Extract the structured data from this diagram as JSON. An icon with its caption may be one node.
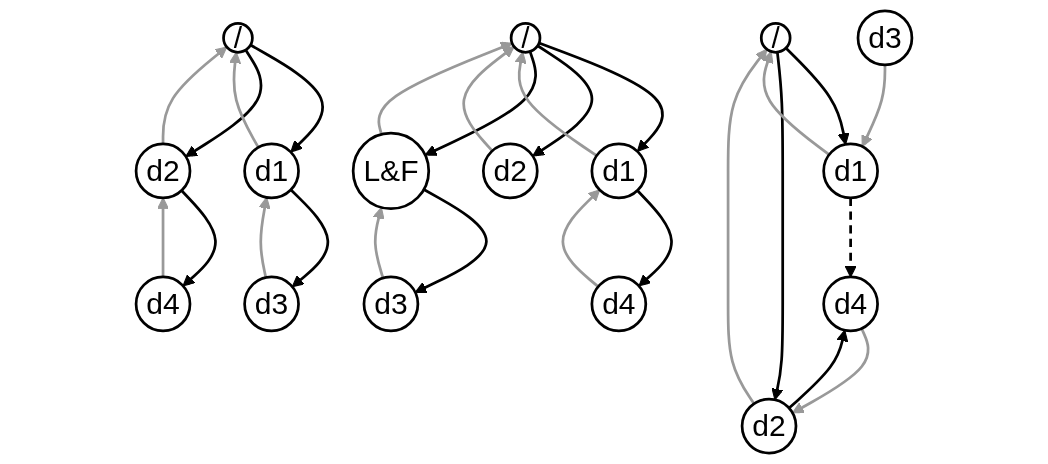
{
  "diagram": {
    "nodes": [
      {
        "text": [
          "/"
        ]
      },
      {
        "text": [
          "d1"
        ]
      },
      {
        "text": [
          "d2"
        ]
      },
      {
        "text": [
          "d3"
        ]
      },
      {
        "text": [
          "d4"
        ]
      },
      {
        "text": [
          "/"
        ]
      },
      {
        "text": [
          "d1"
        ]
      },
      {
        "text": [
          "d2"
        ]
      },
      {
        "text": [
          "d3"
        ]
      },
      {
        "text": [
          "d4"
        ]
      },
      {
        "text": [
          "/"
        ]
      },
      {
        "text": [
          "d1"
        ]
      },
      {
        "text": [
          "d2"
        ]
      },
      {
        "text": [
          "L&F"
        ]
      },
      {
        "text": [
          "d4"
        ]
      },
      {
        "text": [
          "d3"
        ]
      }
    ],
    "edges": [
      {
        "from": 0,
        "to": 1,
        "arrow": "to"
      },
      {
        "from": 0,
        "to": 2,
        "arrow": "to"
      },
      {
        "from": 1,
        "to": 0,
        "arrow": "to",
        "color": "#999999"
      },
      {
        "from": 2,
        "to": 0,
        "arrow": "to",
        "color": "#999999"
      },
      {
        "from": 1,
        "to": 3,
        "arrow": "to"
      },
      {
        "from": 2,
        "to": 4,
        "arrow": "to"
      },
      {
        "from": 3,
        "to": 1,
        "arrow": "to",
        "color": "#999999"
      },
      {
        "from": 4,
        "to": 2,
        "arrow": "to",
        "color": "#999999"
      },
      {
        "from": 5,
        "to": 6,
        "arrow": "to"
      },
      {
        "from": 5,
        "to": 7,
        "arrow": "to"
      },
      {
        "from": 6,
        "to": 5,
        "arrow": "to",
        "color": "#999999"
      },
      {
        "from": 7,
        "to": 5,
        "arrow": "to",
        "color": "#999999"
      },
      {
        "from": 6,
        "to": 9,
        "arrow": "to",
        "style": "dashed"
      },
      {
        "from": 7,
        "to": 9,
        "arrow": "to"
      },
      {
        "from": 8,
        "to": 6,
        "arrow": "to",
        "color": "#999999"
      },
      {
        "from": 9,
        "to": 7,
        "arrow": "to",
        "color": "#999999"
      },
      {
        "from": 10,
        "to": 11,
        "arrow": "to"
      },
      {
        "from": 10,
        "to": 12,
        "arrow": "to"
      },
      {
        "from": 10,
        "to": 13,
        "arrow": "to"
      },
      {
        "from": 11,
        "to": 10,
        "arrow": "to",
        "color": "#999999"
      },
      {
        "from": 12,
        "to": 10,
        "arrow": "to",
        "color": "#999999"
      },
      {
        "from": 13,
        "to": 10,
        "arrow": "to",
        "color": "#999999"
      },
      {
        "from": 11,
        "to": 14,
        "arrow": "to"
      },
      {
        "from": 14,
        "to": 11,
        "arrow": "to",
        "color": "#999999"
      },
      {
        "from": 13,
        "to": 15,
        "arrow": "to"
      },
      {
        "from": 15,
        "to": 13,
        "arrow": "to",
        "color": "#999999"
      }
    ]
  }
}
